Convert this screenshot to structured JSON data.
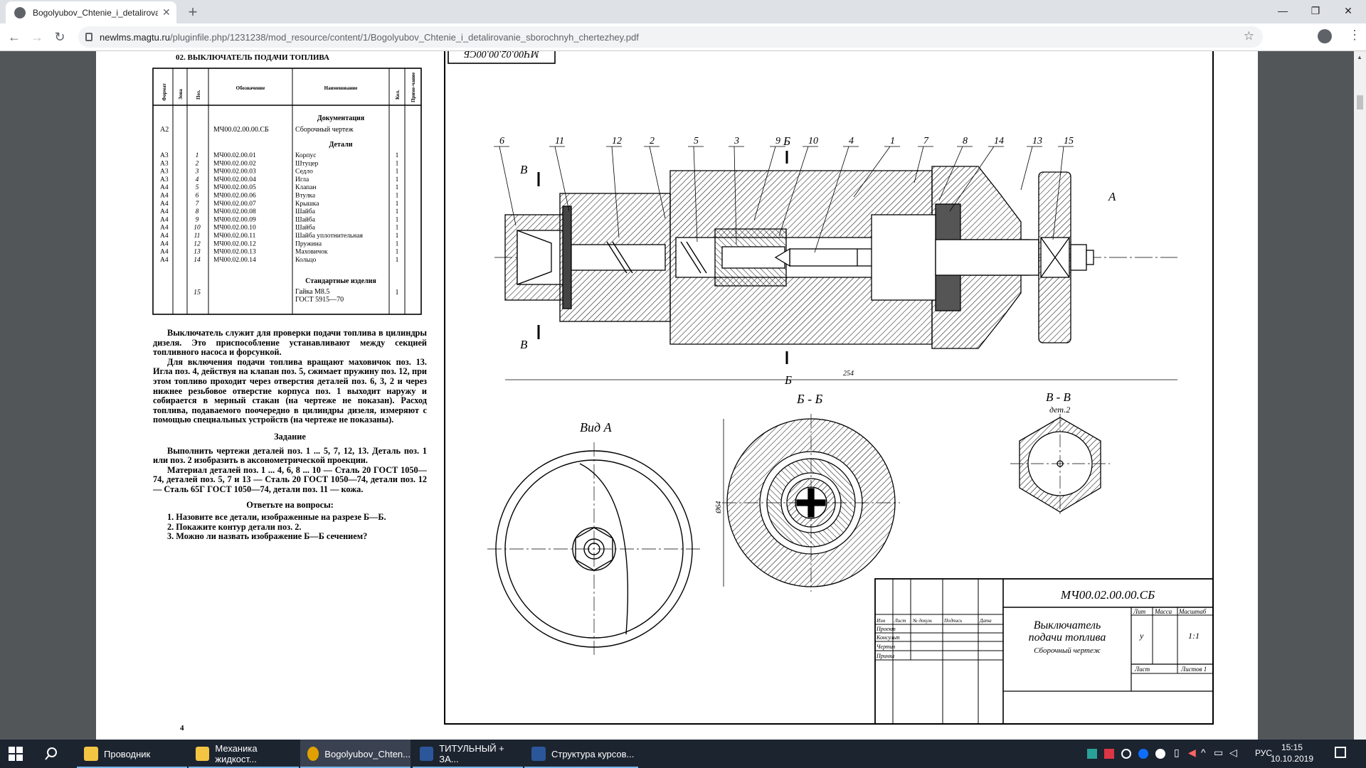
{
  "browser": {
    "tab_title": "Bogolyubov_Chtenie_i_detalirova",
    "url_host": "newlms.magtu.ru",
    "url_path": "/pluginfile.php/1231238/mod_resource/content/1/Bogolyubov_Chtenie_i_detalirovanie_sborochnyh_chertezhey.pdf"
  },
  "doc": {
    "table_title": "02. ВЫКЛЮЧАТЕЛЬ ПОДАЧИ ТОПЛИВА",
    "col_format": "Формат",
    "col_zone": "Зона",
    "col_pos": "Поз.",
    "col_designation": "Обозначение",
    "col_name": "Наименование",
    "col_qty": "Кол.",
    "col_note": "Приме-чание",
    "sec_docs": "Документация",
    "doc_row": {
      "fmt": "А2",
      "des": "МЧ00.02.00.00.СБ",
      "name": "Сборочный чертеж"
    },
    "sec_parts": "Детали",
    "parts": [
      {
        "fmt": "А3",
        "pos": "1",
        "des": "МЧ00.02.00.01",
        "name": "Корпус",
        "qty": "1"
      },
      {
        "fmt": "А3",
        "pos": "2",
        "des": "МЧ00.02.00.02",
        "name": "Штуцер",
        "qty": "1"
      },
      {
        "fmt": "А3",
        "pos": "3",
        "des": "МЧ00.02.00.03",
        "name": "Седло",
        "qty": "1"
      },
      {
        "fmt": "А3",
        "pos": "4",
        "des": "МЧ00.02.00.04",
        "name": "Игла",
        "qty": "1"
      },
      {
        "fmt": "А4",
        "pos": "5",
        "des": "МЧ00.02.00.05",
        "name": "Клапан",
        "qty": "1"
      },
      {
        "fmt": "А4",
        "pos": "6",
        "des": "МЧ00.02.00.06",
        "name": "Втулка",
        "qty": "1"
      },
      {
        "fmt": "А4",
        "pos": "7",
        "des": "МЧ00.02.00.07",
        "name": "Крышка",
        "qty": "1"
      },
      {
        "fmt": "А4",
        "pos": "8",
        "des": "МЧ00.02.00.08",
        "name": "Шайба",
        "qty": "1"
      },
      {
        "fmt": "А4",
        "pos": "9",
        "des": "МЧ00.02.00.09",
        "name": "Шайба",
        "qty": "1"
      },
      {
        "fmt": "А4",
        "pos": "10",
        "des": "МЧ00.02.00.10",
        "name": "Шайба",
        "qty": "1"
      },
      {
        "fmt": "А4",
        "pos": "11",
        "des": "МЧ00.02.00.11",
        "name": "Шайба уплотнительная",
        "qty": "1"
      },
      {
        "fmt": "А4",
        "pos": "12",
        "des": "МЧ00.02.00.12",
        "name": "Пружина",
        "qty": "1"
      },
      {
        "fmt": "А4",
        "pos": "13",
        "des": "МЧ00.02.00.13",
        "name": "Маховичок",
        "qty": "1"
      },
      {
        "fmt": "А4",
        "pos": "14",
        "des": "МЧ00.02.00.14",
        "name": "Кольцо",
        "qty": "1"
      }
    ],
    "sec_std": "Стандартные изделия",
    "std_pos": "15",
    "std_name1": "Гайка М8.5",
    "std_name2": "ГОСТ 5915—70",
    "std_qty": "1",
    "para1": "Выключатель служит для проверки подачи топлива в цилиндры дизеля. Это приспособление устанавливают между секцией топливного насоса и форсункой.",
    "para2": "Для включения подачи топлива вращают маховичок поз. 13. Игла поз. 4, действуя на клапан поз. 5, сжимает пружину поз. 12, при этом топливо проходит через отверстия деталей поз. 6, 3, 2 и через нижнее резьбовое отверстие корпуса поз. 1 выходит наружу и собирается в мерный стакан (на чертеже не показан). Расход топлива, подаваемого поочередно в цилиндры дизеля, измеряют с помощью специальных устройств (на чертеже не показаны).",
    "task_title": "Задание",
    "task1": "Выполнить чертежи деталей поз. 1 ... 5, 7, 12, 13. Деталь поз. 1 или поз. 2 изобразить в аксонометрической проекции.",
    "task2": "Материал деталей поз. 1 ... 4, 6, 8 ... 10 — Сталь 20 ГОСТ 1050—74, деталей поз. 5, 7 и 13 — Сталь 20 ГОСТ 1050—74, детали поз. 12 — Сталь 65Г ГОСТ 1050—74, детали поз. 11 — кожа.",
    "q_title": "Ответьте на вопросы:",
    "q1": "1. Назовите все детали, изображенные на разрезе Б—Б.",
    "q2": "2. Покажите контур детали поз. 2.",
    "q3": "3. Можно ли назвать изображение Б—Б сечением?",
    "page_no": "4"
  },
  "drawing": {
    "stamp_top": "МЧ00.02.00.00СБ",
    "callouts": [
      "6",
      "11",
      "12",
      "2",
      "5",
      "3",
      "9",
      "10",
      "4",
      "1",
      "7",
      "8",
      "14",
      "13",
      "15"
    ],
    "cut_b": "Б",
    "cut_v": "В",
    "view_a_arrow": "А",
    "dim_len": "254",
    "view_a": "Вид А",
    "sect_bb": "Б - Б",
    "sect_vv": "В - В",
    "sect_vv_sub": "дет.2",
    "dim_dia": "Ø64",
    "tb_code": "МЧ00.02.00.00.СБ",
    "tb_name1": "Выключатель",
    "tb_name2": "подачи топлива",
    "tb_name3": "Сборочный чертеж",
    "tb_lit": "Лит",
    "tb_mass": "Масса",
    "tb_scale": "Масштаб",
    "tb_u": "у",
    "tb_scale_val": "1:1",
    "tb_sheet": "Лист",
    "tb_sheets": "Листов 1",
    "tb_izm": "Изм",
    "tb_list": "Лист",
    "tb_ndoc": "№ докум.",
    "tb_podp": "Подпись",
    "tb_data": "Дата",
    "tb_proekt": "Проект",
    "tb_konsult": "Консульт",
    "tb_chertil": "Чертил",
    "tb_prinyal": "Принял"
  },
  "taskbar": {
    "items": [
      "Проводник",
      "Механика жидкост...",
      "Bogolyubov_Chten...",
      "ТИТУЛЬНЫЙ + ЗА...",
      "Структура курсов..."
    ],
    "lang": "РУС",
    "time": "15:15",
    "date": "10.10.2019"
  }
}
